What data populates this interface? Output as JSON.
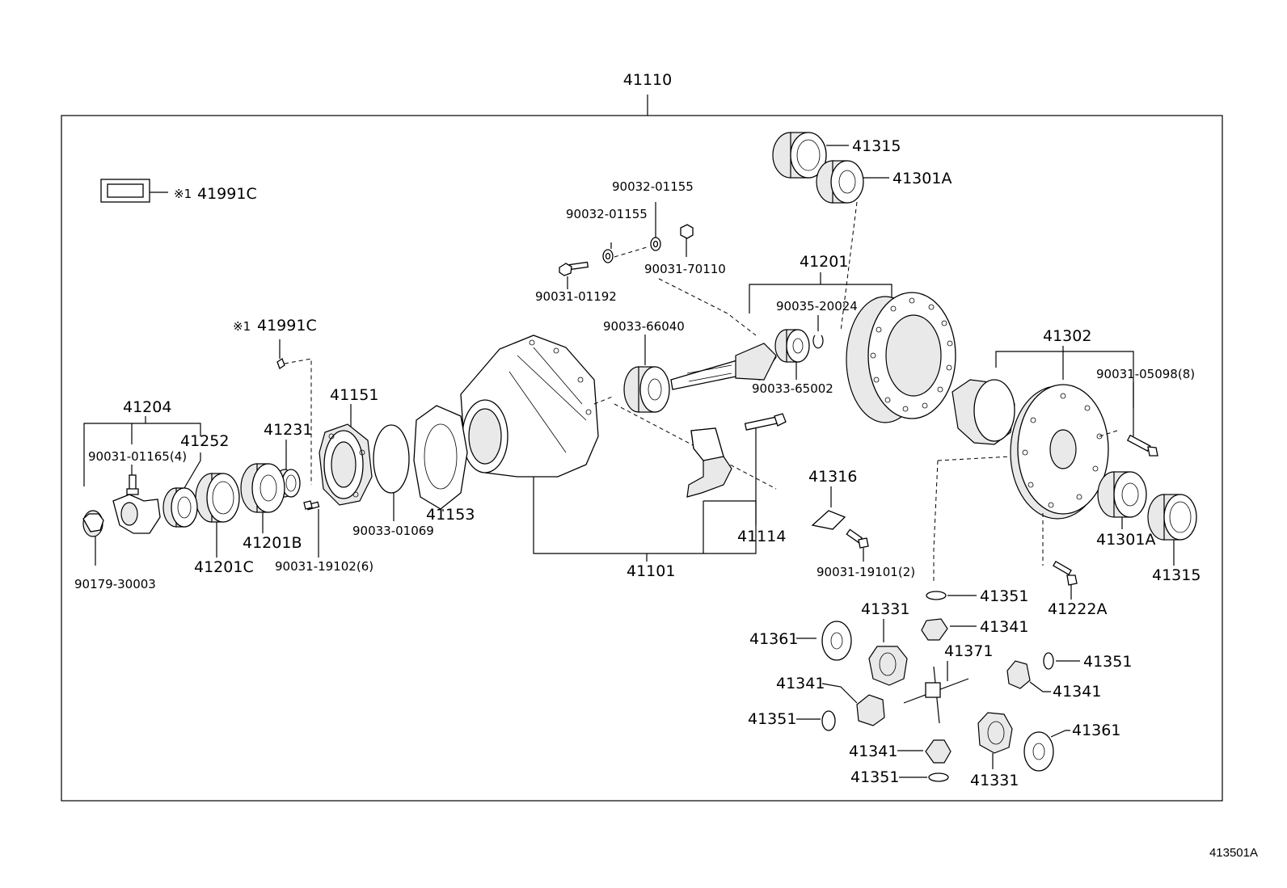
{
  "diagram": {
    "assembly_number": "41110",
    "figure_code": "413501A",
    "labels": {
      "l41991C_top": "41991C",
      "l41991C_top_mark": "※1",
      "l41991C_mid": "41991C",
      "l41991C_mid_mark": "※1",
      "l90032_01155_a": "90032-01155",
      "l90032_01155_b": "90032-01155",
      "l90031_70110": "90031-70110",
      "l90031_01192": "90031-01192",
      "l41315_top": "41315",
      "l41301A_top": "41301A",
      "l41201": "41201",
      "l90035_20024": "90035-20024",
      "l90033_66040": "90033-66040",
      "l90033_65002": "90033-65002",
      "l41302": "41302",
      "l90031_05098": "90031-05098(8)",
      "l41204": "41204",
      "l41252": "41252",
      "l90031_01165": "90031-01165(4)",
      "l41231": "41231",
      "l41151": "41151",
      "l41153": "41153",
      "l90033_01069": "90033-01069",
      "l41201B": "41201B",
      "l41201C": "41201C",
      "l90031_19102": "90031-19102(6)",
      "l90179_30003": "90179-30003",
      "l41101": "41101",
      "l41114": "41114",
      "l41316": "41316",
      "l90031_19101": "90031-19101(2)",
      "l41301A_right": "41301A",
      "l41315_right": "41315",
      "l41222A": "41222A",
      "l41351_a": "41351",
      "l41341_a": "41341",
      "l41331_a": "41331",
      "l41361_a": "41361",
      "l41371": "41371",
      "l41351_b": "41351",
      "l41341_b": "41341",
      "l41341_c": "41341",
      "l41351_c": "41351",
      "l41341_d": "41341",
      "l41361_b": "41361",
      "l41351_d": "41351",
      "l41331_b": "41331"
    }
  }
}
